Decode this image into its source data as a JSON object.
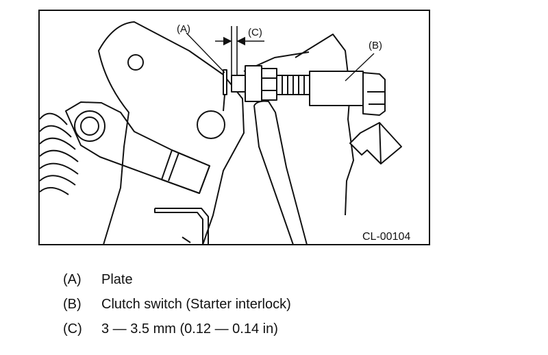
{
  "figure": {
    "code": "CL-00104",
    "callouts": {
      "a": "(A)",
      "b": "(B)",
      "c": "(C)"
    }
  },
  "legend": [
    {
      "key": "(A)",
      "text": "Plate"
    },
    {
      "key": "(B)",
      "text": "Clutch switch (Starter interlock)"
    },
    {
      "key": "(C)",
      "text": "3 — 3.5 mm (0.12 — 0.14 in)"
    }
  ]
}
